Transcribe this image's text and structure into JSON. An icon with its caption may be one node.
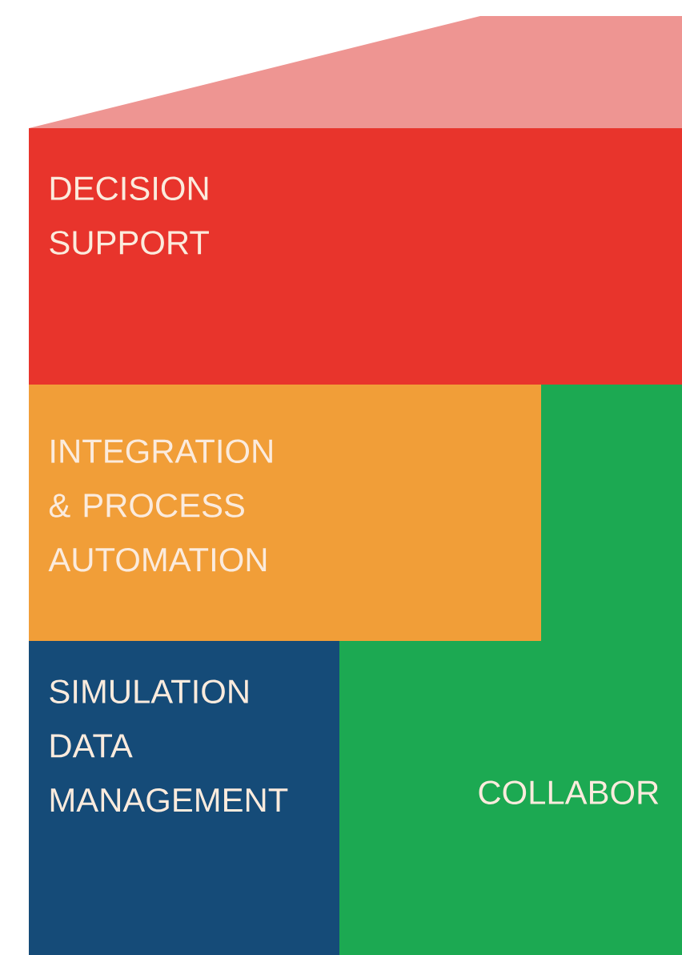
{
  "diagram": {
    "nodes": [
      {
        "text": [
          "DECISION SUPPORT"
        ]
      },
      {
        "text": [
          "INTEGRATION & PROCESS AUTOMATION"
        ]
      },
      {
        "text": [
          "SIMULATION DATA MANAGEMENT"
        ]
      },
      {
        "text": [
          "COLLABOR"
        ]
      }
    ]
  }
}
